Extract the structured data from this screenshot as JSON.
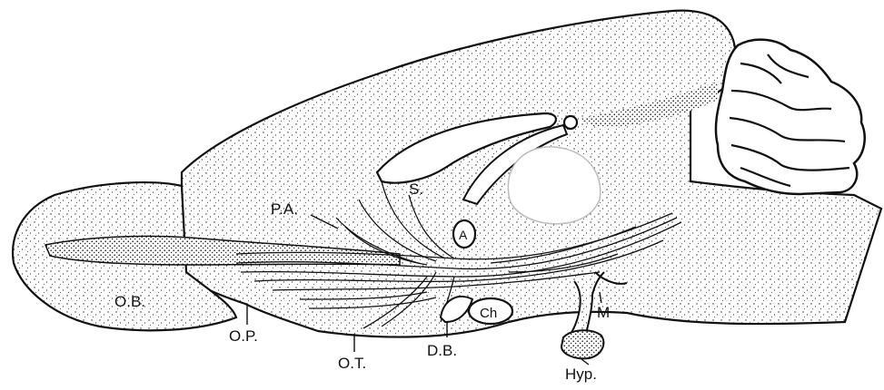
{
  "labels": {
    "ob": "O.B.",
    "op": "O.P.",
    "ot": "O.T.",
    "db": "D.B.",
    "ch": "Ch",
    "hyp": "Hyp.",
    "m": "M",
    "pa": "P.A.",
    "s": "S.",
    "a": "A"
  },
  "colors": {
    "ink": "#111111",
    "paper": "#ffffff",
    "stipple": "#2a2a2a"
  }
}
